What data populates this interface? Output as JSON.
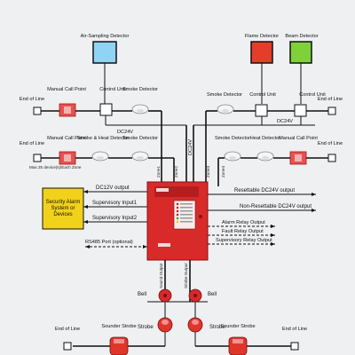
{
  "colors": {
    "panel": "#d92a2a",
    "air_sampling": "#8fd4f5",
    "flame": "#e43d2a",
    "beam": "#7fd13b",
    "security_box": "#f2d11a",
    "wire": "#111111"
  },
  "top": {
    "air_sampling_detector": "Air-Sampling Detector",
    "flame_detector": "Flame Detector",
    "beam_detector": "Beam Detector"
  },
  "zone1": {
    "end_of_line": "End of Line",
    "manual_call_point": "Manual Call Point",
    "control_unit": "Control Unit",
    "smoke_detector": "Smoke Detector",
    "dc24v": "DC24V"
  },
  "zone1_right": {
    "smoke_detector": "Smoke Detector",
    "control_unit": "Control Unit",
    "control_unit_2": "Control Unit",
    "end_of_line": "End of Line",
    "dc24v": "DC24V"
  },
  "vertical": {
    "dc24v": "DC24V",
    "zone1": "Zone1",
    "zone2": "Zone2",
    "zone3": "Zone3",
    "zone4": "Zone4"
  },
  "zone2": {
    "end_of_line": "End of Line",
    "manual_call_point": "Manual Call Point",
    "smoke_heat_detector": "Smoke & Heat Detector",
    "smoke_detector": "Smoke Detector",
    "max_note": "Max 25 device(s)/Each Zone"
  },
  "zone2_right": {
    "smoke_detector": "Smoke Detector",
    "heat_detector": "Heat Detector",
    "manual_call_point": "Manual Call Point",
    "end_of_line": "End of Line"
  },
  "security": {
    "box_label": "Security Alarm System or Devices",
    "dc12v_output": "DC12V output",
    "supervisory_input1": "Supervisory Input1",
    "supervisory_input2": "Supervisory Input2",
    "rs485": "RS485 Port (optional)"
  },
  "outputs": {
    "resettable": "Resettable DC24V output",
    "non_resettable": "Non-Resettable DC24V output",
    "alarm_relay": "Alarm Relay Output",
    "fault_relay": "Fault Relay Output",
    "supervisory_relay": "Supervisory Relay Output"
  },
  "panel_labels": {
    "sound_output": "Sound Output",
    "strobe_output": "Strobe Output"
  },
  "bottom": {
    "bell_left": "Bell",
    "bell_right": "Bell",
    "strobe_left": "Strobe",
    "strobe_right": "Strobe",
    "sounder_strobe_left": "Sounder Strobe",
    "sounder_strobe_right": "Sounder Strobe",
    "end_of_line_left": "End of Line",
    "end_of_line_right": "End of Line"
  }
}
